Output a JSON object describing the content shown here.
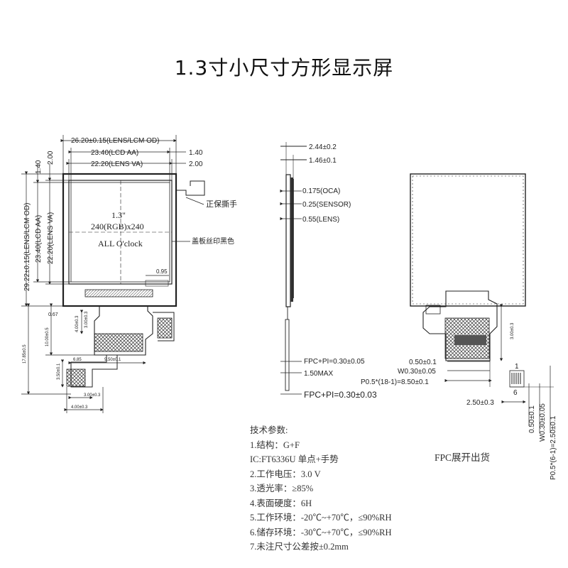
{
  "title": "1.3寸小尺寸方形显示屏",
  "front_view": {
    "dim_lens_lcm_od": "26.20±0.15(LENS/LCM OD)",
    "dim_lcd_aa": "23.40(LCD AA)",
    "dim_lens_va": "22.20(LENS VA)",
    "dim_right_1": "1.40",
    "dim_right_2": "2.00",
    "dim_left_1": "1.40",
    "dim_left_2": "2.00",
    "vdim_lens_lcm_od": "29.22±0.15(LENS/LCM OD)",
    "vdim_lcd_aa": "23.40(LCD AA)",
    "vdim_lens_va": "22.20(LENS VA)",
    "screen_size": "1.3\"",
    "resolution": "240(RGB)x240",
    "orientation": "ALL O'clock",
    "label_protect": "正保撕手",
    "label_print": "盖板丝印黑色",
    "dim_095": "0.95",
    "fpc_dims": {
      "d067": "0.67",
      "d400": "4.00±0.3",
      "d300": "3.00±0.3",
      "d1000": "10.00±0.5",
      "d1785": "17.85±0.5",
      "d350": "3.50±0.1",
      "d685": "6.85",
      "d950": "9.50±0.1",
      "d300b": "3.00±0.3",
      "d400b": "4.00±0.3"
    }
  },
  "side_view": {
    "t244": "2.44±0.2",
    "t146": "1.46±0.1",
    "oca": "0.175(OCA)",
    "sensor": "0.25(SENSOR)",
    "lens": "0.55(LENS)",
    "fpc1": "FPC+PI=0.30±0.05",
    "max": "1.50MAX",
    "fpc2": "FPC+PI=0.30±0.03"
  },
  "back_view": {
    "d300": "3.00±0.3",
    "d050": "0.50±0.1",
    "w030": "W0.30±0.05",
    "pitch": "P0.5*(18-1)=8.50±0.1",
    "d250": "2.50±0.3",
    "pin1": "1",
    "pin6": "6",
    "v050": "0.50±0.1",
    "vw030": "W0.30±0.05",
    "vpitch": "P0.5*(6-1)=2.50±0.1"
  },
  "specs": {
    "heading": "技术参数:",
    "lines": [
      "1.结构：G+F",
      "IC:FT6336U  单点+手势",
      "2.工作电压：3.0 V",
      "3.透光率：≥85%",
      "4.表面硬度：6H",
      "5.工作环境：-20℃~+70℃，≤90%RH",
      "6.储存环境：-30℃~+70℃，≤90%RH",
      "7.未注尺寸公差按±0.2mm"
    ]
  },
  "fpc_note": "FPC展开出货"
}
